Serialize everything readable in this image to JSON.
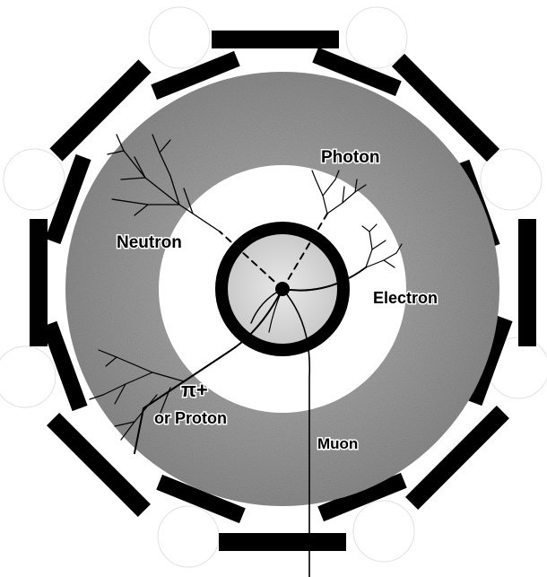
{
  "labels": {
    "photon": "Photon",
    "neutron": "Neutron",
    "electron": "Electron",
    "pion_sym": "π+",
    "pion_alt": "or Proton",
    "muon": "Muon"
  },
  "colors": {
    "background": "#ffffff",
    "calorimeter": "#9a9a9a",
    "tracker": "#ffffff",
    "beam_region": "#d8d8d8",
    "solenoid": "#000000",
    "muon_chambers": "#000000",
    "tracks": "#000000"
  },
  "icons": {
    "vertex": "interaction-point-dot"
  }
}
